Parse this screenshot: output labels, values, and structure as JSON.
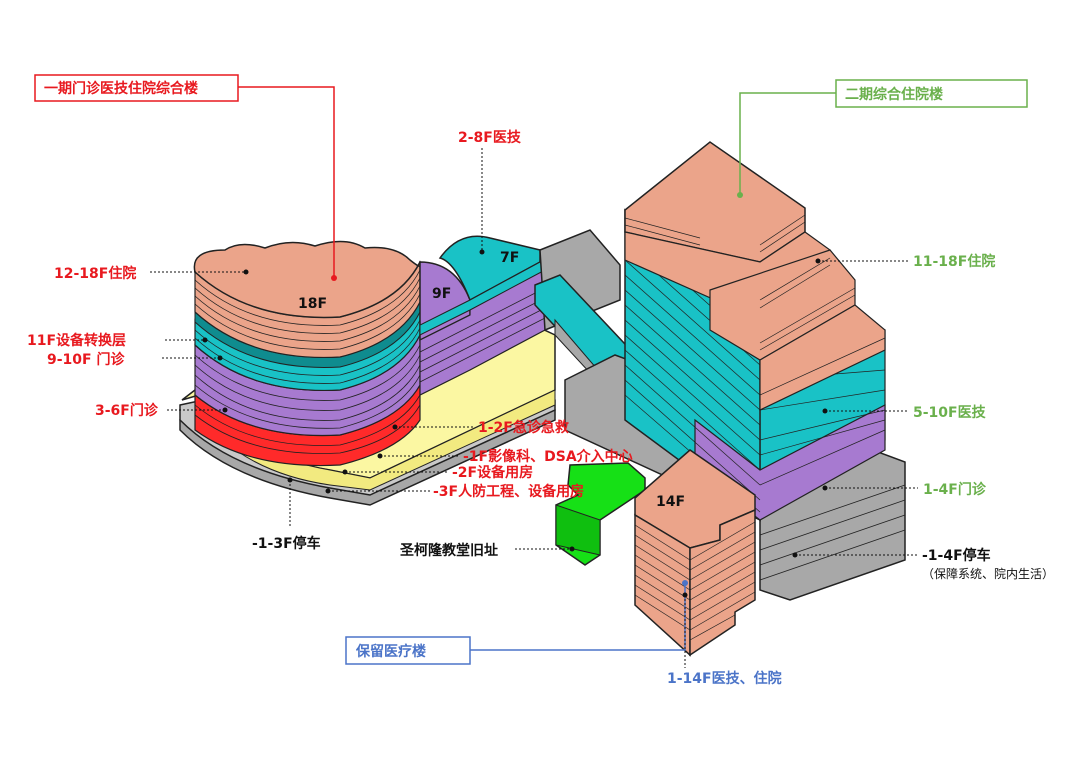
{
  "colors": {
    "salmon": "#eba48a",
    "teal": "#19c2c6",
    "purple": "#a77ad0",
    "red": "#ff2a2a",
    "yellow": "#fbf7a2",
    "gray": "#a8a8a8",
    "green": "#16e016",
    "label_red": "#e8191f",
    "label_green": "#6ab04c",
    "label_blue": "#4b74c8",
    "label_black": "#111111"
  },
  "groups": {
    "phase1": "一期门诊医技住院综合楼",
    "phase2": "二期综合住院楼",
    "retained": "保留医疗楼"
  },
  "floor_marks": {
    "f18": "18F",
    "f9": "9F",
    "f7": "7F",
    "f14": "14F"
  },
  "labels": {
    "l_2_8F": "2-8F医技",
    "l_12_18F": "12-18F住院",
    "l_11F": "11F设备转换层",
    "l_9_10F": "9-10F 门诊",
    "l_3_6F": "3-6F门诊",
    "l_1_2F": "1-2F急诊急救",
    "l_b1F": "-1F影像科、DSA介入中心",
    "l_b2F": "-2F设备用房",
    "l_b3F": "-3F人防工程、设备用房",
    "l_b1_3F": "-1-3F停车",
    "l_church": "圣柯隆教堂旧址",
    "l_11_18F": "11-18F住院",
    "l_5_10F": "5-10F医技",
    "l_1_4F": "1-4F门诊",
    "l_b1_4F": "-1-4F停车",
    "l_b1_4F_sub": "（保障系统、院内生活）",
    "l_1_14F": "1-14F医技、住院"
  }
}
